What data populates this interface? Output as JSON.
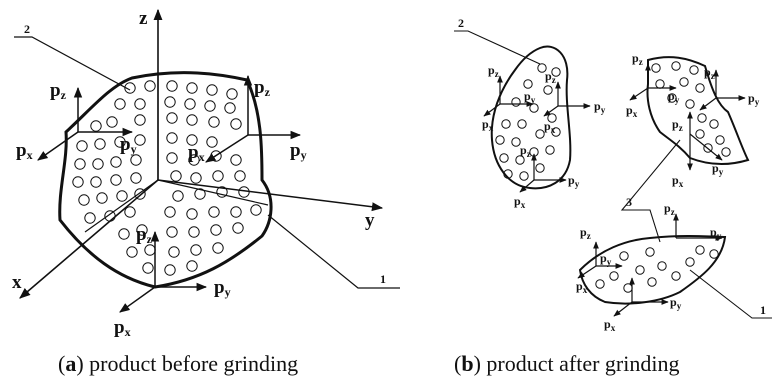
{
  "panel_a": {
    "caption_letter": "a",
    "caption_text": " product before grinding",
    "axis_labels": {
      "z": "z",
      "y": "y",
      "x": "x"
    },
    "vector_labels": {
      "p": "p",
      "x": "x",
      "y": "y",
      "z": "z"
    },
    "callouts": {
      "one": "1",
      "two": "2"
    }
  },
  "panel_b": {
    "caption_letter": "b",
    "caption_text": " product after grinding",
    "vector_labels": {
      "p": "p",
      "x": "x",
      "y": "y",
      "z": "z"
    },
    "callouts": {
      "one": "1",
      "two": "2",
      "three": "3"
    }
  },
  "colors": {
    "ink": "#111111",
    "background": "#ffffff"
  }
}
